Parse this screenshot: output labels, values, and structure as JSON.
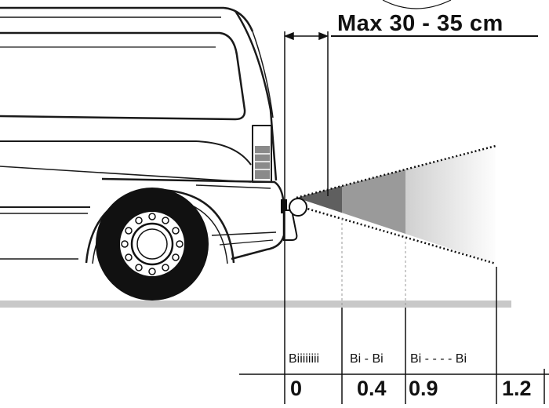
{
  "header": {
    "max_range": "Max 30 - 35 cm"
  },
  "zones": [
    {
      "beep": "Biiiiiiii",
      "distance": "0",
      "shade": "#5f5f5f"
    },
    {
      "beep": "Bi - Bi",
      "distance": "0.4",
      "shade": "#9a9a9a"
    },
    {
      "beep": "Bi - - - - Bi",
      "distance": "0.9",
      "shade": "#d8d8d8"
    },
    {
      "beep": "",
      "distance": "1.2",
      "shade": "#ffffff"
    }
  ],
  "colors": {
    "ground": "#c8c8c8",
    "outline": "#1a1a1a",
    "dark_zone": "#5f5f5f"
  },
  "icons": [
    "rear-sensor-icon",
    "tow-ball-icon",
    "wheel-icon",
    "dimension-arrow-icon"
  ]
}
